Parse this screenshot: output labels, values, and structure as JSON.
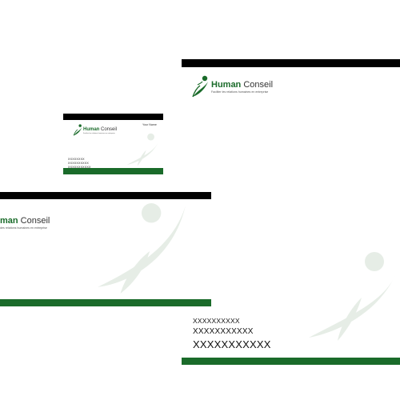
{
  "brand": {
    "name_part1": "Human",
    "name_part2": " Conseil",
    "tagline": "Faciliter les relations humaines en entreprise",
    "tagline_cropped": "des relations humaines en entreprise",
    "name_part1_cropped": "man",
    "colors": {
      "green": "#1a6b2a",
      "black": "#000000",
      "watermark": "#e6ede6"
    }
  },
  "business_card": {
    "your_name": "Your Name",
    "contact_lines": [
      "XXXXXXXX",
      "XXXXXXXXXX",
      "XXXXXXXXXXX"
    ]
  },
  "letterhead": {
    "address_lines": [
      "XXXXXXXXXX",
      "XXXXXXXXXXX",
      "XXXXXXXXXXX"
    ]
  },
  "icons": [
    "leaf-figure-logo-icon",
    "leaf-figure-watermark-icon"
  ]
}
